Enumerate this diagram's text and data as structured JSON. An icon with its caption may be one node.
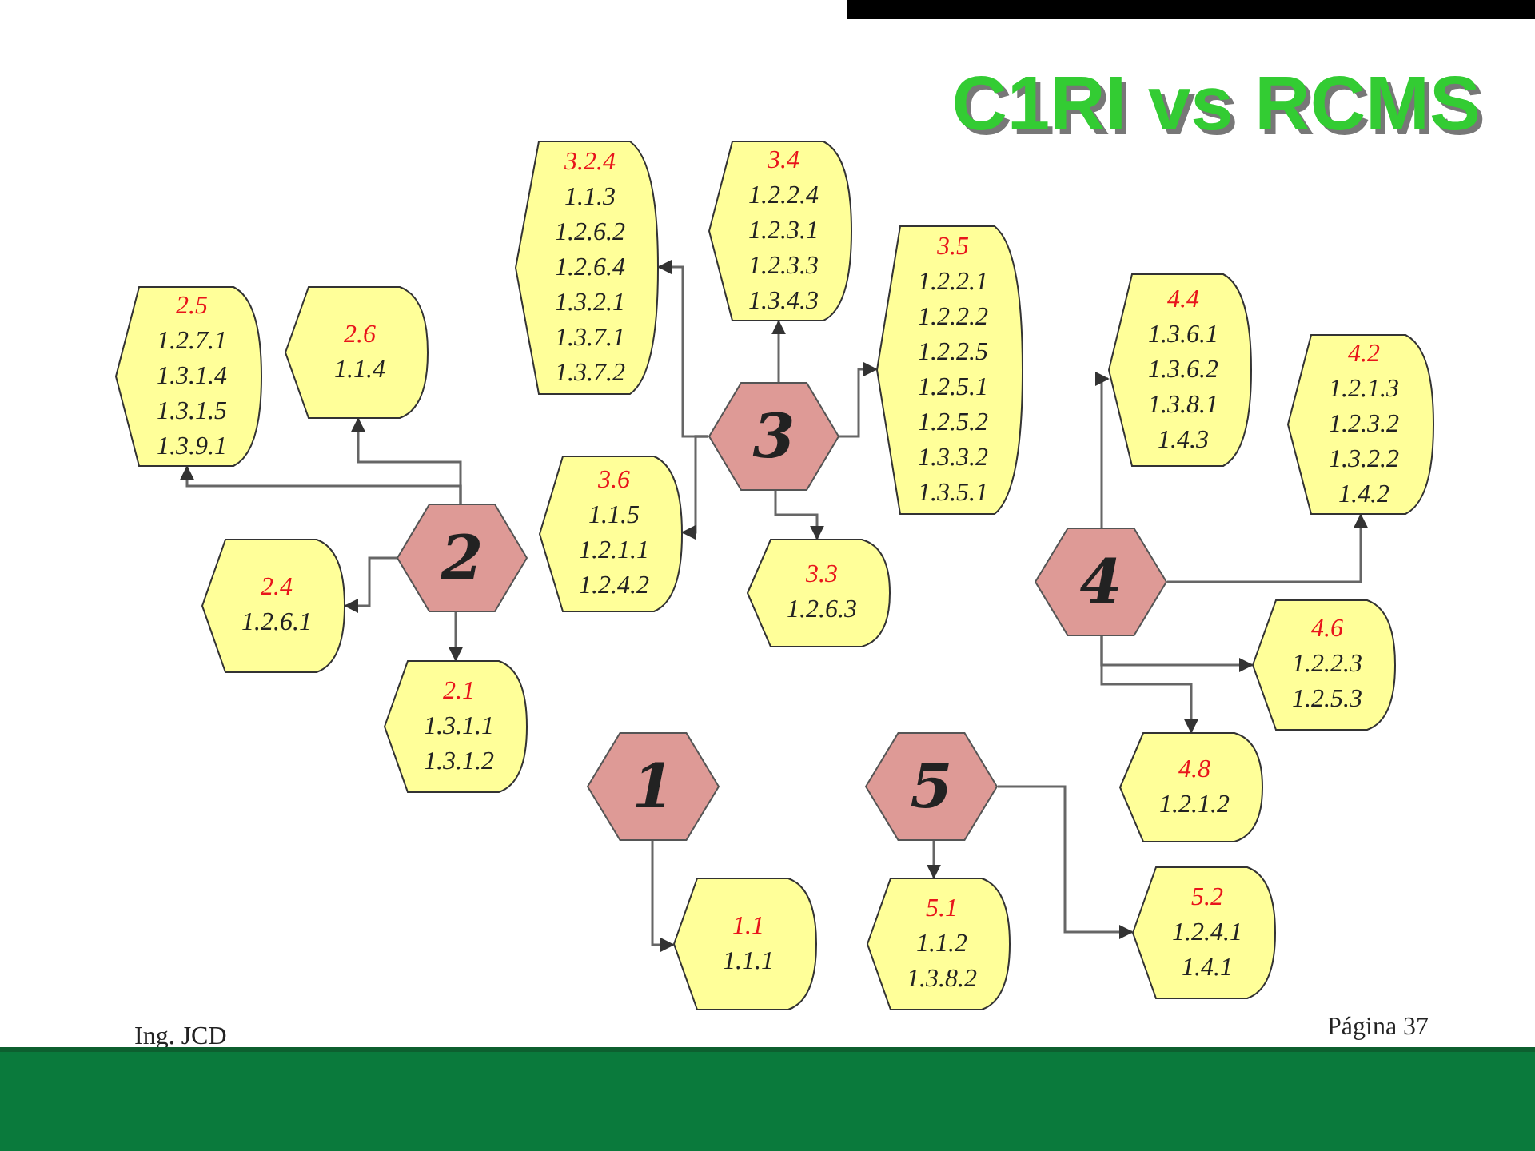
{
  "diagram": {
    "title": "C1RI vs RCMS",
    "nodes": [
      {
        "text": [
          "2"
        ]
      },
      {
        "text": [
          "2.5",
          "1.2.7.1",
          "1.3.1.4",
          "1.3.1.5",
          "1.3.9.1"
        ]
      },
      {
        "text": [
          "2.6",
          "1.1.4"
        ]
      },
      {
        "text": [
          "2.4",
          "1.2.6.1"
        ]
      },
      {
        "text": [
          "2.1",
          "1.3.1.1",
          "1.3.1.2"
        ]
      },
      {
        "text": [
          "3"
        ]
      },
      {
        "text": [
          "3.2.4",
          "1.1.3",
          "1.2.6.2",
          "1.2.6.4",
          "1.3.2.1",
          "1.3.7.1",
          "1.3.7.2"
        ]
      },
      {
        "text": [
          "3.4",
          "1.2.2.4",
          "1.2.3.1",
          "1.2.3.3",
          "1.3.4.3"
        ]
      },
      {
        "text": [
          "3.5",
          "1.2.2.1",
          "1.2.2.2",
          "1.2.2.5",
          "1.2.5.1",
          "1.2.5.2",
          "1.3.3.2",
          "1.3.5.1"
        ]
      },
      {
        "text": [
          "3.6",
          "1.1.5",
          "1.2.1.1",
          "1.2.4.2"
        ]
      },
      {
        "text": [
          "3.3",
          "1.2.6.3"
        ]
      },
      {
        "text": [
          "4"
        ]
      },
      {
        "text": [
          "4.4",
          "1.3.6.1",
          "1.3.6.2",
          "1.3.8.1",
          "1.4.3"
        ]
      },
      {
        "text": [
          "4.2",
          "1.2.1.3",
          "1.2.3.2",
          "1.3.2.2",
          "1.4.2"
        ]
      },
      {
        "text": [
          "4.6",
          "1.2.2.3",
          "1.2.5.3"
        ]
      },
      {
        "text": [
          "4.8",
          "1.2.1.2"
        ]
      },
      {
        "text": [
          "1"
        ]
      },
      {
        "text": [
          "1.1",
          "1.1.1"
        ]
      },
      {
        "text": [
          "5"
        ]
      },
      {
        "text": [
          "5.1",
          "1.1.2",
          "1.3.8.2"
        ]
      },
      {
        "text": [
          "5.2",
          "1.2.4.1",
          "1.4.1"
        ]
      }
    ],
    "edges": [
      {
        "from": 0,
        "to": 1,
        "arrow": "to"
      },
      {
        "from": 0,
        "to": 2,
        "arrow": "to"
      },
      {
        "from": 0,
        "to": 3,
        "arrow": "to"
      },
      {
        "from": 0,
        "to": 4,
        "arrow": "to"
      },
      {
        "from": 5,
        "to": 6,
        "arrow": "to"
      },
      {
        "from": 5,
        "to": 7,
        "arrow": "to"
      },
      {
        "from": 5,
        "to": 8,
        "arrow": "to"
      },
      {
        "from": 5,
        "to": 9,
        "arrow": "to"
      },
      {
        "from": 5,
        "to": 10,
        "arrow": "to"
      },
      {
        "from": 11,
        "to": 12,
        "arrow": "to"
      },
      {
        "from": 11,
        "to": 13,
        "arrow": "to"
      },
      {
        "from": 11,
        "to": 14,
        "arrow": "to"
      },
      {
        "from": 11,
        "to": 15,
        "arrow": "to"
      },
      {
        "from": 16,
        "to": 17,
        "arrow": "to"
      },
      {
        "from": 18,
        "to": 19,
        "arrow": "to"
      },
      {
        "from": 18,
        "to": 20,
        "arrow": "to"
      }
    ],
    "labels": [
      "Ing. JCD",
      "Página 37"
    ]
  }
}
